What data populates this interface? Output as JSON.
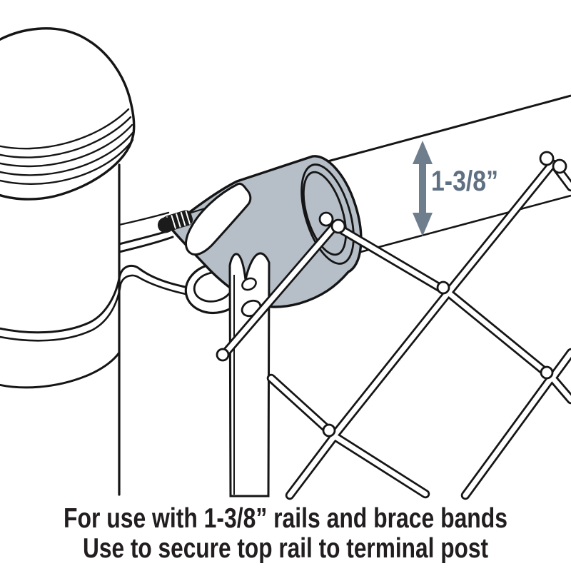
{
  "illustration": {
    "title_hidden": "",
    "dimension": {
      "label": "1-3/8”"
    },
    "caption": {
      "line1": "For use with 1-3/8” rails and brace bands",
      "line2": "Use to secure top rail to terminal post"
    },
    "colors": {
      "background": "#ffffff",
      "line": "#151515",
      "cup_fill": "#b6bfc8",
      "arrow": "#6e7e8d",
      "dimension_text": "#5e7082",
      "caption_text": "#221e1f"
    }
  }
}
